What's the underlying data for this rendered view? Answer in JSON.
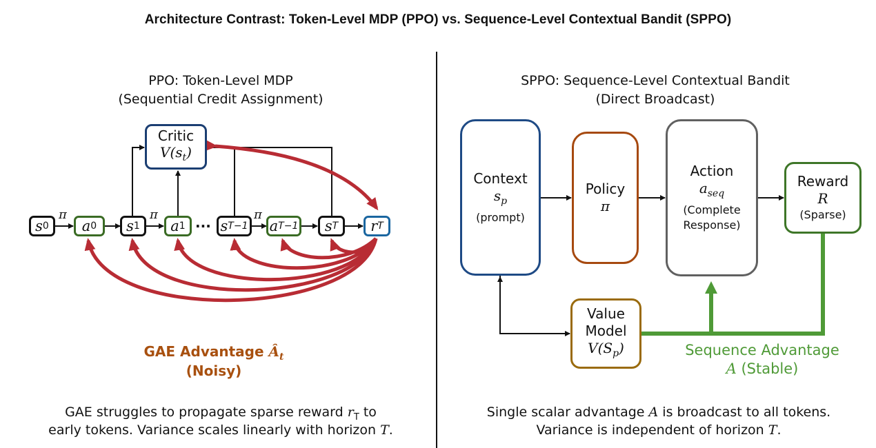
{
  "title": "Architecture Contrast: Token-Level MDP (PPO) vs. Sequence-Level Contextual Bandit (SPPO)",
  "colors": {
    "red_arrow": "#b82c34",
    "green_flow": "#4f9a37",
    "critic_border": "#1b3e72",
    "context_border": "#1e4a85",
    "policy_border": "#a6490f",
    "action_border": "#606060",
    "reward_border": "#3e7628",
    "value_border": "#9a6b0e",
    "gae_text": "#a8500f",
    "action_token_border": "#3a6b24",
    "reward_token_border": "#1a66a0"
  },
  "left": {
    "heading": "PPO: Token-Level MDP",
    "subheading": "(Sequential Credit Assignment)",
    "critic": {
      "label": "Critic",
      "formula": "V(s",
      "formula_sub": "t",
      "formula_end": ")"
    },
    "policy_symbol": "π",
    "ellipsis": "···",
    "tokens": [
      {
        "type": "state",
        "base": "s",
        "sub": "0"
      },
      {
        "type": "action",
        "base": "a",
        "sub": "0"
      },
      {
        "type": "state",
        "base": "s",
        "sub": "1"
      },
      {
        "type": "action",
        "base": "a",
        "sub": "1"
      },
      {
        "type": "state",
        "base": "s",
        "sub": "T−1"
      },
      {
        "type": "action",
        "base": "a",
        "sub": "T−1"
      },
      {
        "type": "state",
        "base": "s",
        "sub": "T"
      },
      {
        "type": "reward",
        "base": "r",
        "sub": "T"
      }
    ],
    "gae_label": "GAE Advantage",
    "gae_symbol": "Â",
    "gae_symbol_sub": "t",
    "gae_note": "(Noisy)",
    "caption_line1_pre": "GAE struggles to propagate sparse reward ",
    "caption_line1_math": "r",
    "caption_line1_sub": "T",
    "caption_line1_post": " to",
    "caption_line2_pre": "early tokens. Variance scales linearly with horizon ",
    "caption_line2_math": "T",
    "caption_line2_post": "."
  },
  "right": {
    "heading": "SPPO: Sequence-Level Contextual Bandit",
    "subheading": "(Direct Broadcast)",
    "context": {
      "label": "Context",
      "symbol": "s",
      "symbol_sub": "p",
      "note": "(prompt)"
    },
    "policy": {
      "label": "Policy",
      "symbol": "π"
    },
    "action": {
      "label": "Action",
      "symbol": "a",
      "symbol_sub": "seq",
      "note1": "(Complete",
      "note2": "Response)"
    },
    "reward": {
      "label": "Reward",
      "symbol": "R",
      "note": "(Sparse)"
    },
    "value": {
      "label1": "Value",
      "label2": "Model",
      "formula": "V(S",
      "formula_sub": "p",
      "formula_end": ")"
    },
    "advantage_label": "Sequence Advantage",
    "advantage_symbol": "A",
    "advantage_note": " (Stable)",
    "caption_line1_pre": "Single scalar advantage ",
    "caption_line1_math": "A",
    "caption_line1_post": " is broadcast to all tokens.",
    "caption_line2_pre": "Variance is independent of horizon ",
    "caption_line2_math": "T",
    "caption_line2_post": "."
  }
}
